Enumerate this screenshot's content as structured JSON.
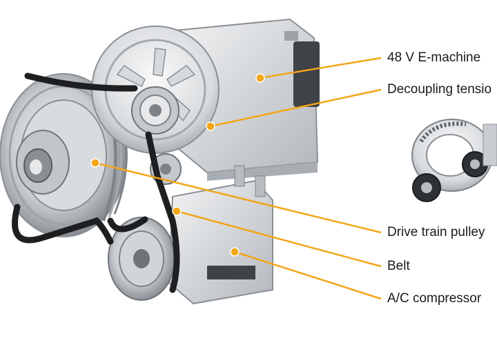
{
  "colors": {
    "leader": "#f2a516",
    "dot": "#f2a516",
    "metal_light": "#e4e6e8",
    "metal_mid": "#b9bdc1",
    "metal_dark": "#6e7378",
    "belt": "#1e1f21",
    "label_text": "#1a1a1a"
  },
  "callouts": [
    {
      "id": "e-machine",
      "label": "48 V E-machine"
    },
    {
      "id": "decoupling-tensioner",
      "label": "Decoupling tensio"
    },
    {
      "id": "drive-train-pulley",
      "label": "Drive train pulley"
    },
    {
      "id": "belt",
      "label": "Belt"
    },
    {
      "id": "ac-compressor",
      "label": "A/C compressor"
    }
  ]
}
